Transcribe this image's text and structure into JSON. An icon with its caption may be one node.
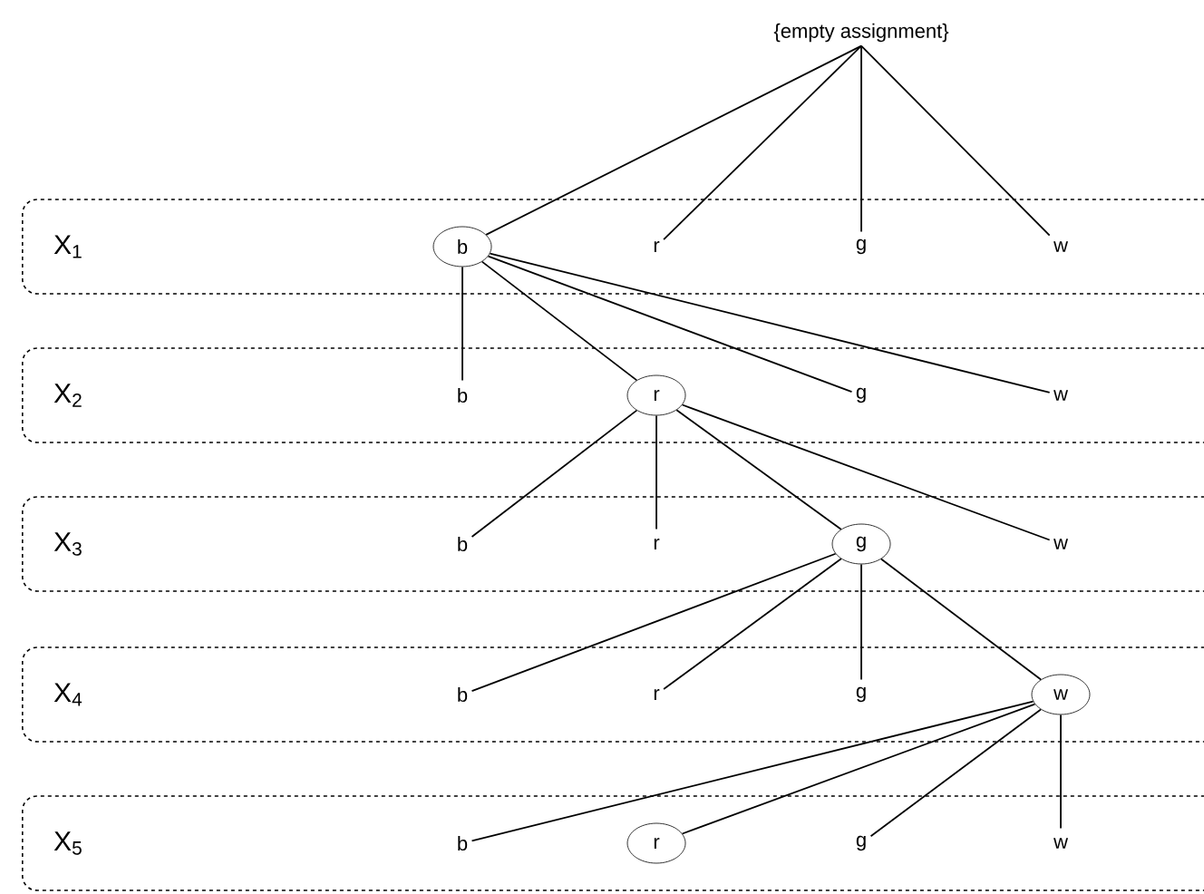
{
  "diagram": {
    "nodes": [
      {
        "text": [
          "{empty assignment}"
        ]
      },
      {
        "text": [
          "X$_{1}$"
        ]
      },
      {
        "text": [
          "b"
        ],
        "in": 1
      },
      {
        "text": [
          "r"
        ],
        "in": 1
      },
      {
        "text": [
          "g"
        ],
        "in": 1
      },
      {
        "text": [
          "w"
        ],
        "in": 1
      },
      {
        "text": [
          "X$_{2}$"
        ]
      },
      {
        "text": [
          "b"
        ],
        "in": 6
      },
      {
        "text": [
          "r"
        ],
        "in": 6
      },
      {
        "text": [
          "g"
        ],
        "in": 6
      },
      {
        "text": [
          "w"
        ],
        "in": 6
      },
      {
        "text": [
          "X$_{3}$"
        ]
      },
      {
        "text": [
          "b"
        ],
        "in": 11
      },
      {
        "text": [
          "r"
        ],
        "in": 11
      },
      {
        "text": [
          "g"
        ],
        "in": 11
      },
      {
        "text": [
          "w"
        ],
        "in": 11
      },
      {
        "text": [
          "X$_{4}$"
        ]
      },
      {
        "text": [
          "b"
        ],
        "in": 16
      },
      {
        "text": [
          "r"
        ],
        "in": 16
      },
      {
        "text": [
          "g"
        ],
        "in": 16
      },
      {
        "text": [
          "w"
        ],
        "in": 16
      },
      {
        "text": [
          "X$_{5}$"
        ]
      },
      {
        "text": [
          "b"
        ],
        "in": 21
      },
      {
        "text": [
          "r"
        ],
        "in": 21
      },
      {
        "text": [
          "g"
        ],
        "in": 21
      },
      {
        "text": [
          "w"
        ],
        "in": 21
      }
    ],
    "edges": [
      {
        "from": 0,
        "to": 2,
        "arrow": "none"
      },
      {
        "from": 0,
        "to": 3,
        "arrow": "none"
      },
      {
        "from": 0,
        "to": 4,
        "arrow": "none"
      },
      {
        "from": 0,
        "to": 5,
        "arrow": "none"
      },
      {
        "from": 2,
        "to": 7,
        "arrow": "none"
      },
      {
        "from": 2,
        "to": 8,
        "arrow": "none"
      },
      {
        "from": 2,
        "to": 9,
        "arrow": "none"
      },
      {
        "from": 2,
        "to": 10,
        "arrow": "none"
      },
      {
        "from": 8,
        "to": 12,
        "arrow": "none"
      },
      {
        "from": 8,
        "to": 13,
        "arrow": "none"
      },
      {
        "from": 8,
        "to": 14,
        "arrow": "none"
      },
      {
        "from": 8,
        "to": 15,
        "arrow": "none"
      },
      {
        "from": 14,
        "to": 17,
        "arrow": "none"
      },
      {
        "from": 14,
        "to": 18,
        "arrow": "none"
      },
      {
        "from": 14,
        "to": 19,
        "arrow": "none"
      },
      {
        "from": 14,
        "to": 20,
        "arrow": "none"
      },
      {
        "from": 20,
        "to": 22,
        "arrow": "none"
      },
      {
        "from": 20,
        "to": 23,
        "arrow": "none"
      },
      {
        "from": 20,
        "to": 24,
        "arrow": "none"
      },
      {
        "from": 20,
        "to": 25,
        "arrow": "none"
      }
    ]
  }
}
